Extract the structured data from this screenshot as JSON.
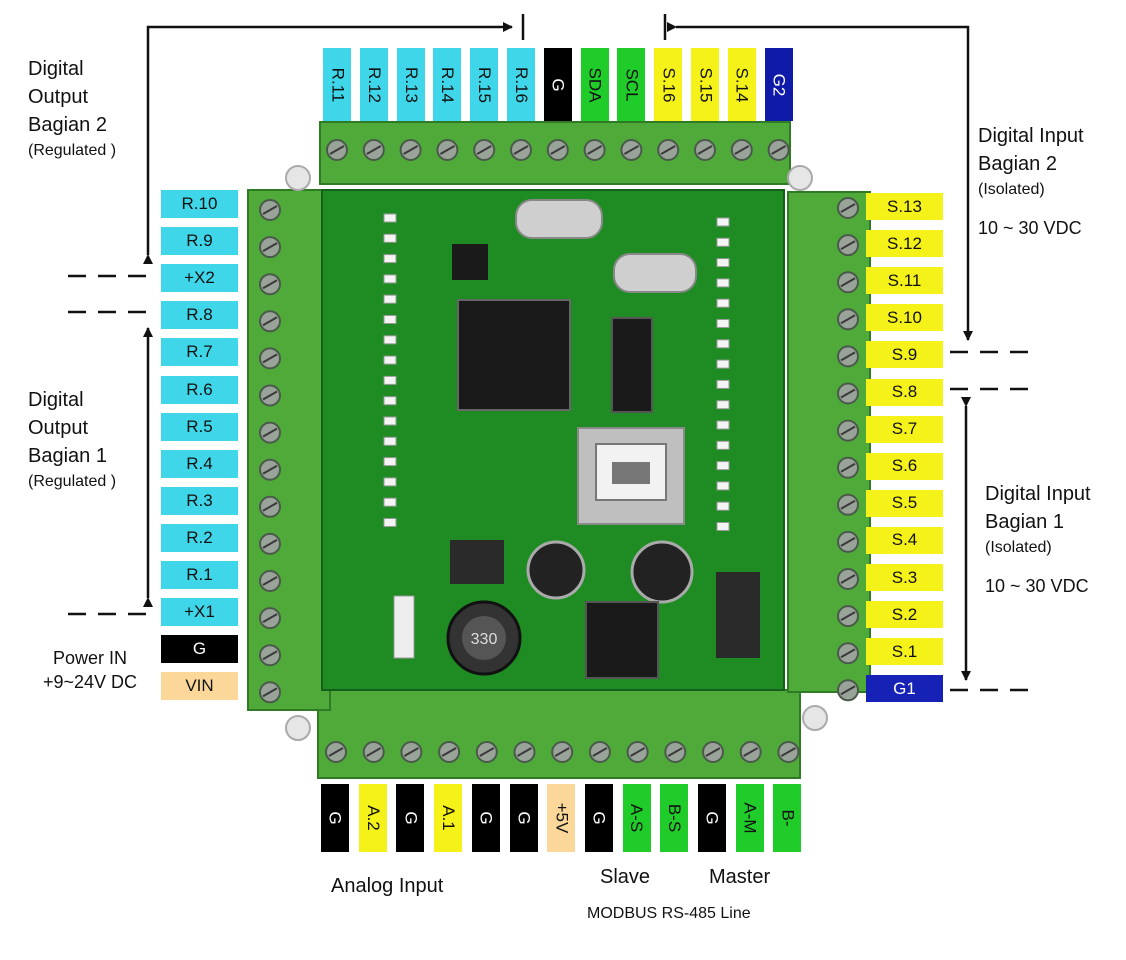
{
  "colors": {
    "output_pin": "#3ed6e8",
    "input_pin": "#f5f21a",
    "ground_pin": "#000000",
    "i2c_pin": "#1fcc2a",
    "g2_pin": "#101aa8",
    "g1_pin": "#1622b5",
    "power_pin": "#fbd89a",
    "pcb_green": "#1e8c22",
    "terminal_green": "#4faa3a"
  },
  "top_pins": [
    {
      "label": "R.11",
      "color": "#3ed6e8"
    },
    {
      "label": "R.12",
      "color": "#3ed6e8"
    },
    {
      "label": "R.13",
      "color": "#3ed6e8"
    },
    {
      "label": "R.14",
      "color": "#3ed6e8"
    },
    {
      "label": "R.15",
      "color": "#3ed6e8"
    },
    {
      "label": "R.16",
      "color": "#3ed6e8"
    },
    {
      "label": "G",
      "color": "#000000"
    },
    {
      "label": "SDA",
      "color": "#1fcc2a"
    },
    {
      "label": "SCL",
      "color": "#1fcc2a"
    },
    {
      "label": "S.16",
      "color": "#f5f21a"
    },
    {
      "label": "S.15",
      "color": "#f5f21a"
    },
    {
      "label": "S.14",
      "color": "#f5f21a"
    },
    {
      "label": "G2",
      "color": "#101aa8"
    }
  ],
  "left_pins": [
    {
      "label": "R.10",
      "color": "#3ed6e8"
    },
    {
      "label": "R.9",
      "color": "#3ed6e8"
    },
    {
      "label": "+X2",
      "color": "#3ed6e8"
    },
    {
      "label": "R.8",
      "color": "#3ed6e8"
    },
    {
      "label": "R.7",
      "color": "#3ed6e8"
    },
    {
      "label": "R.6",
      "color": "#3ed6e8"
    },
    {
      "label": "R.5",
      "color": "#3ed6e8"
    },
    {
      "label": "R.4",
      "color": "#3ed6e8"
    },
    {
      "label": "R.3",
      "color": "#3ed6e8"
    },
    {
      "label": "R.2",
      "color": "#3ed6e8"
    },
    {
      "label": "R.1",
      "color": "#3ed6e8"
    },
    {
      "label": "+X1",
      "color": "#3ed6e8"
    },
    {
      "label": "G",
      "color": "#000000"
    },
    {
      "label": "VIN",
      "color": "#fbd89a"
    }
  ],
  "right_pins": [
    {
      "label": "S.13",
      "color": "#f5f21a"
    },
    {
      "label": "S.12",
      "color": "#f5f21a"
    },
    {
      "label": "S.11",
      "color": "#f5f21a"
    },
    {
      "label": "S.10",
      "color": "#f5f21a"
    },
    {
      "label": "S.9",
      "color": "#f5f21a"
    },
    {
      "label": "S.8",
      "color": "#f5f21a"
    },
    {
      "label": "S.7",
      "color": "#f5f21a"
    },
    {
      "label": "S.6",
      "color": "#f5f21a"
    },
    {
      "label": "S.5",
      "color": "#f5f21a"
    },
    {
      "label": "S.4",
      "color": "#f5f21a"
    },
    {
      "label": "S.3",
      "color": "#f5f21a"
    },
    {
      "label": "S.2",
      "color": "#f5f21a"
    },
    {
      "label": "S.1",
      "color": "#f5f21a"
    },
    {
      "label": "G1",
      "color": "#1622b5"
    }
  ],
  "bottom_pins": [
    {
      "label": "G",
      "color": "#000000"
    },
    {
      "label": "A.2",
      "color": "#f5f21a"
    },
    {
      "label": "G",
      "color": "#000000"
    },
    {
      "label": "A.1",
      "color": "#f5f21a"
    },
    {
      "label": "G",
      "color": "#000000"
    },
    {
      "label": "G",
      "color": "#000000"
    },
    {
      "label": "+5V",
      "color": "#fbd89a"
    },
    {
      "label": "G",
      "color": "#000000"
    },
    {
      "label": "A-S",
      "color": "#1fcc2a"
    },
    {
      "label": "B-S",
      "color": "#1fcc2a"
    },
    {
      "label": "G",
      "color": "#000000"
    },
    {
      "label": "A-M",
      "color": "#1fcc2a"
    },
    {
      "label": "B-",
      "color": "#1fcc2a"
    }
  ],
  "annotations": {
    "output_2": {
      "lines": [
        "Digital",
        "Output",
        "Bagian 2"
      ],
      "note": "(Regulated )"
    },
    "output_1": {
      "lines": [
        "Digital",
        "Output",
        "Bagian 1"
      ],
      "note": "(Regulated )"
    },
    "input_2": {
      "lines": [
        "Digital Input",
        "Bagian 2"
      ],
      "note": "(Isolated)",
      "voltage": "10 ~ 30 VDC"
    },
    "input_1": {
      "lines": [
        "Digital Input",
        "Bagian 1"
      ],
      "note": "(Isolated)",
      "voltage": "10 ~ 30 VDC"
    },
    "power": {
      "lines": [
        "Power IN",
        "+9~24V DC"
      ]
    }
  },
  "bottom_labels": {
    "analog": "Analog Input",
    "slave": "Slave",
    "master": "Master",
    "modbus": "MODBUS RS-485 Line"
  },
  "board": {
    "inductor_marking": "330"
  }
}
